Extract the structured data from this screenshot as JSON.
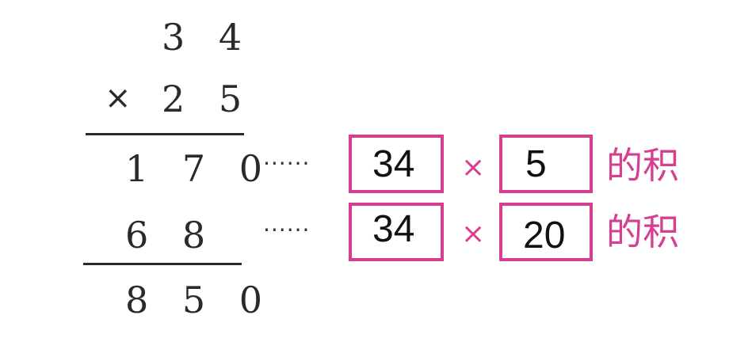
{
  "multiplication": {
    "multiplicand": "3 4",
    "multiplier_sign": "×",
    "multiplier": "2 5",
    "partial_1": "1 7 0",
    "partial_2": "6 8",
    "result": "8 5 0"
  },
  "explanations": [
    {
      "dots": "······",
      "left": "34",
      "op": "×",
      "right": "5",
      "label": "的积"
    },
    {
      "dots": "······",
      "left": "34",
      "op": "×",
      "right": "20",
      "label": "的积"
    }
  ],
  "colors": {
    "accent": "#d63f8f",
    "text": "#2a2a2a"
  }
}
